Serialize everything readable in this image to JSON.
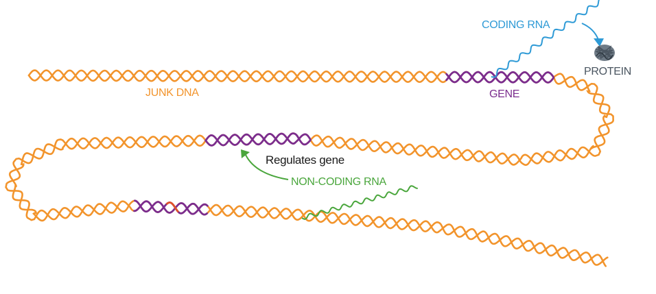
{
  "labels": {
    "junk_dna": "JUNK DNA",
    "gene": "GENE",
    "coding_rna": "CODING RNA",
    "protein": "PROTEIN",
    "regulates_gene": "Regulates gene",
    "non_coding_rna": "NON-CODING RNA"
  },
  "colors": {
    "junk_dna": "#f2942c",
    "gene": "#7b2d8e",
    "coding_rna": "#2e9ad6",
    "protein": "#4a5560",
    "regulates": "#1a1a1a",
    "non_coding_rna": "#4aa63c"
  }
}
